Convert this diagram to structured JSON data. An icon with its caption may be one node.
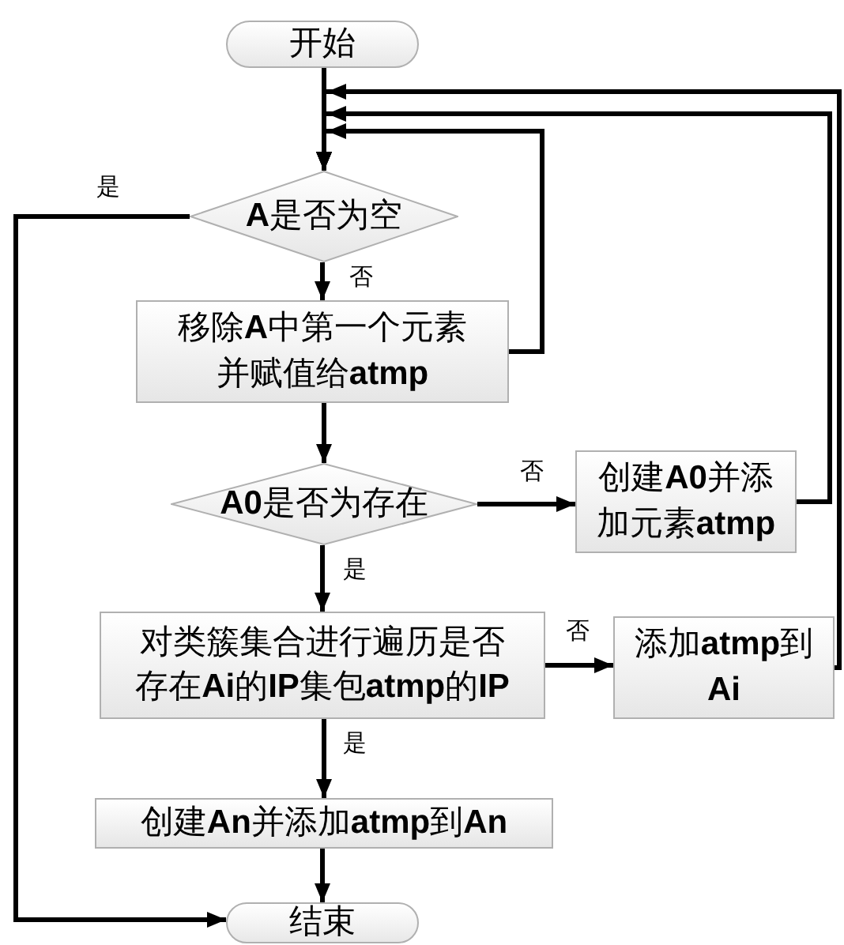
{
  "diagram": {
    "nodes": [
      {
        "text": [
          "开始"
        ]
      },
      {
        "text": [
          "**A**是否为空"
        ]
      },
      {
        "text": [
          "移除**A**中第一个元素并赋值给**atmp**"
        ]
      },
      {
        "text": [
          "**A0**是否为存在"
        ]
      },
      {
        "text": [
          "创建**A0**并添加元素**atmp**"
        ]
      },
      {
        "text": [
          "对类簇集合进行遍历是否存在**Ai**的**IP**集包**atmp**的**IP**"
        ]
      },
      {
        "text": [
          "添加**atmp**到**Ai**"
        ]
      },
      {
        "text": [
          "创建**An**并添加**atmp**到**An**"
        ]
      },
      {
        "text": [
          "结束"
        ]
      }
    ],
    "edges": [
      {
        "from": 0,
        "to": 1,
        "arrow": "to"
      },
      {
        "from": 1,
        "to": 8,
        "arrow": "to",
        "label": "是"
      },
      {
        "from": 1,
        "to": 2,
        "arrow": "to",
        "label": "否"
      },
      {
        "from": 2,
        "to": 1,
        "arrow": "to"
      },
      {
        "from": 2,
        "to": 3,
        "arrow": "to"
      },
      {
        "from": 3,
        "to": 4,
        "arrow": "to",
        "label": "否"
      },
      {
        "from": 4,
        "to": 1,
        "arrow": "to"
      },
      {
        "from": 3,
        "to": 5,
        "arrow": "to",
        "label": "是"
      },
      {
        "from": 5,
        "to": 6,
        "arrow": "to",
        "label": "否"
      },
      {
        "from": 6,
        "to": 1,
        "arrow": "to"
      },
      {
        "from": 5,
        "to": 7,
        "arrow": "to",
        "label": "是"
      },
      {
        "from": 7,
        "to": 8,
        "arrow": "to"
      }
    ]
  }
}
